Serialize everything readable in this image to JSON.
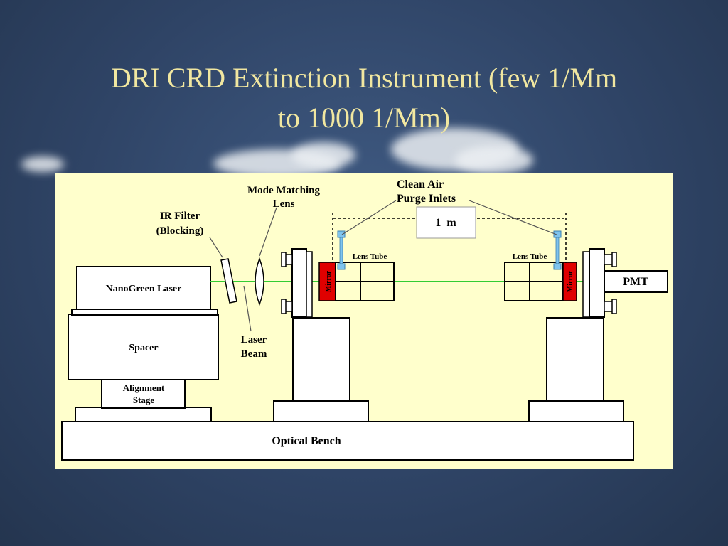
{
  "slide": {
    "title_line1": "DRI CRD Extinction Instrument (few 1/Mm",
    "title_line2": "to 1000 1/Mm)"
  },
  "diagram": {
    "labels": {
      "clean_air_line1": "Clean Air",
      "clean_air_line2": "Purge Inlets",
      "mode_matching_line1": "Mode Matching",
      "mode_matching_line2": "Lens",
      "ir_filter_line1": "IR Filter",
      "ir_filter_line2": "(Blocking)",
      "distance": "1  m",
      "lens_tube_left": "Lens Tube",
      "lens_tube_right": "Lens Tube",
      "mirror_left": "Mirror",
      "mirror_right": "Mirror",
      "laser": "NanoGreen Laser",
      "pmt": "PMT",
      "laser_beam_line1": "Laser",
      "laser_beam_line2": "Beam",
      "spacer": "Spacer",
      "alignment_line1": "Alignment",
      "alignment_line2": "Stage",
      "optical_bench": "Optical Bench"
    },
    "colors": {
      "panel": "#ffffcc",
      "beam": "#33cc33",
      "mirror": "#e00000",
      "inlet": "#7fc4ee",
      "slide_title": "#f1e7a0"
    }
  }
}
